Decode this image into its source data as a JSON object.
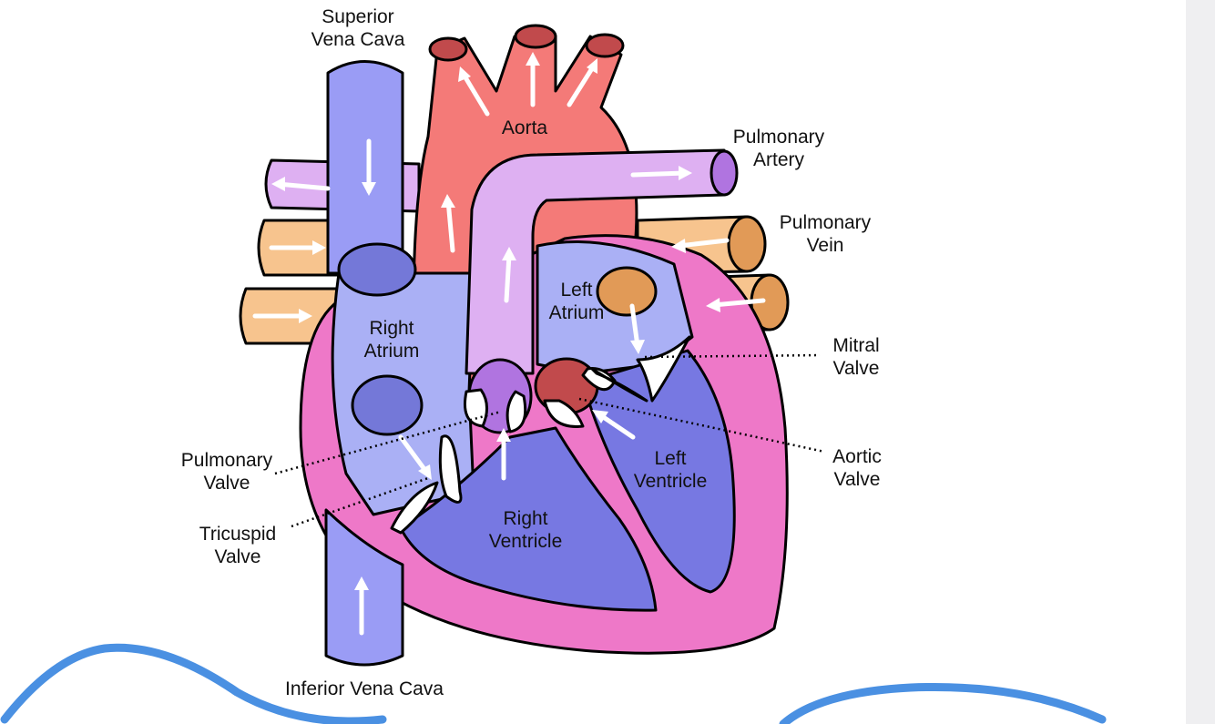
{
  "labels": {
    "superior_vena_cava": [
      "Superior",
      "Vena Cava"
    ],
    "aorta": "Aorta",
    "pulmonary_artery": [
      "Pulmonary",
      "Artery"
    ],
    "pulmonary_vein": [
      "Pulmonary",
      "Vein"
    ],
    "left_atrium": [
      "Left",
      "Atrium"
    ],
    "right_atrium": [
      "Right",
      "Atrium"
    ],
    "mitral_valve": [
      "Mitral",
      "Valve"
    ],
    "aortic_valve": [
      "Aortic",
      "Valve"
    ],
    "pulmonary_valve": [
      "Pulmonary",
      "Valve"
    ],
    "tricuspid_valve": [
      "Tricuspid",
      "Valve"
    ],
    "left_ventricle": [
      "Left",
      "Ventricle"
    ],
    "right_ventricle": [
      "Right",
      "Ventricle"
    ],
    "inferior_vena_cava": "Inferior Vena Cava"
  },
  "colors": {
    "vena_cava": "#9a9cf5",
    "aorta": "#f47a78",
    "pulmonary_artery": "#deb0f2",
    "pulmonary_vein": "#f7c48e",
    "heart_wall": "#ee78c8",
    "right_atrium": "#aab0f5",
    "ventricle": "#7778e2",
    "annotation_stroke": "#4a90e2"
  }
}
